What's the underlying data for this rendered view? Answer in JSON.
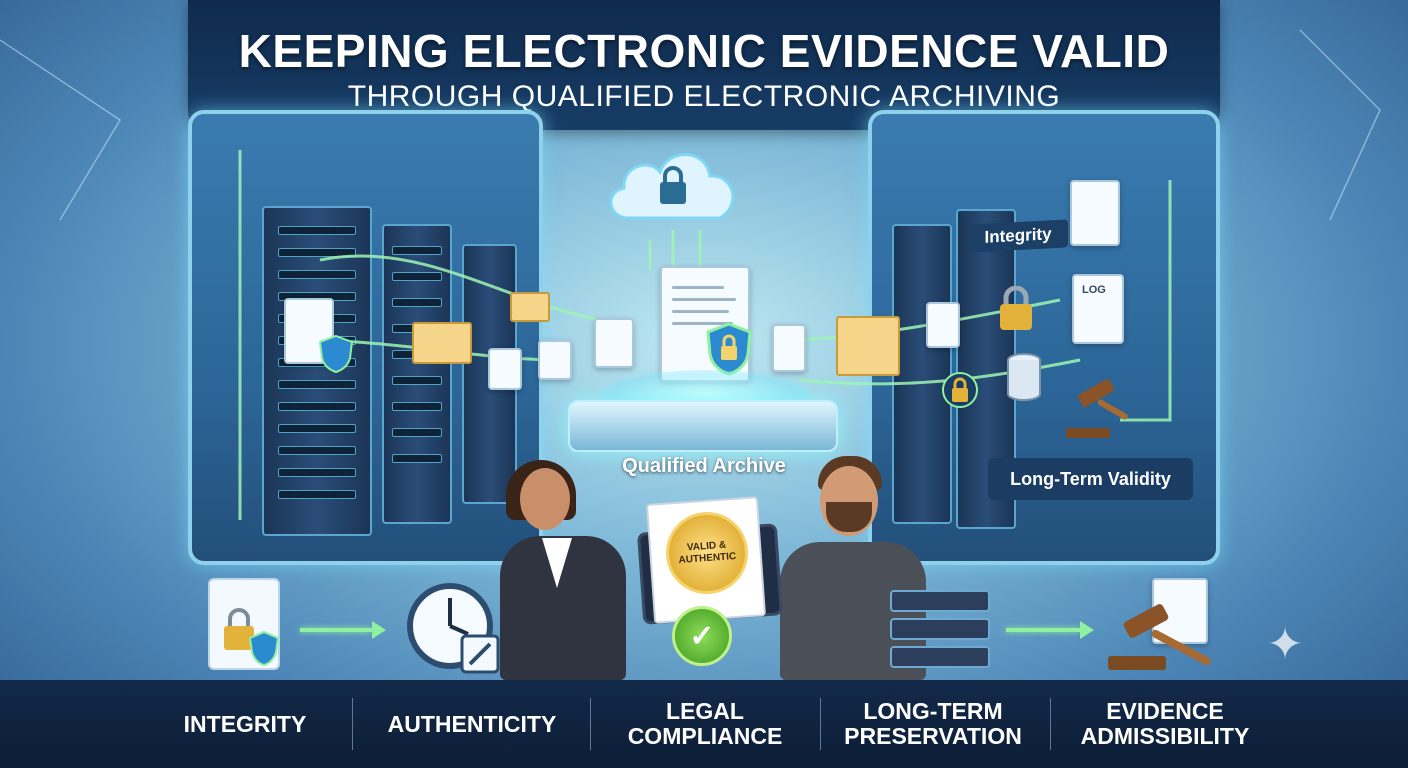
{
  "title": "KEEPING ELECTRONIC EVIDENCE VALID",
  "subtitle": "THROUGH QUALIFIED ELECTRONIC ARCHIVING",
  "labels": {
    "qualified_archive": "Qualified Archive",
    "integrity_tag": "Integrity",
    "long_term_validity": "Long-Term Validity",
    "log": "LOG",
    "seal_text": "VALID & AUTHENTIC"
  },
  "pillars": [
    {
      "label": "INTEGRITY"
    },
    {
      "label": "AUTHENTICITY"
    },
    {
      "label": "LEGAL\nCOMPLIANCE"
    },
    {
      "label": "LONG-TERM\nPRESERVATION"
    },
    {
      "label": "EVIDENCE\nADMISSIBILITY"
    }
  ],
  "icons": {
    "cloud": "cloud-lock-icon",
    "shield": "shield-lock-icon",
    "envelope": "envelope-icon",
    "clock": "clock-icon",
    "gavel": "gavel-icon",
    "server": "server-icon",
    "database": "database-icon",
    "padlock": "padlock-icon",
    "checkmark": "check-seal-icon"
  },
  "colors": {
    "banner": "#0f2a4c",
    "bottom_bar": "#0c1d36",
    "glow": "#8ff0a0",
    "seal_gold": "#e3b23a",
    "seal_green": "#4ea82a"
  }
}
